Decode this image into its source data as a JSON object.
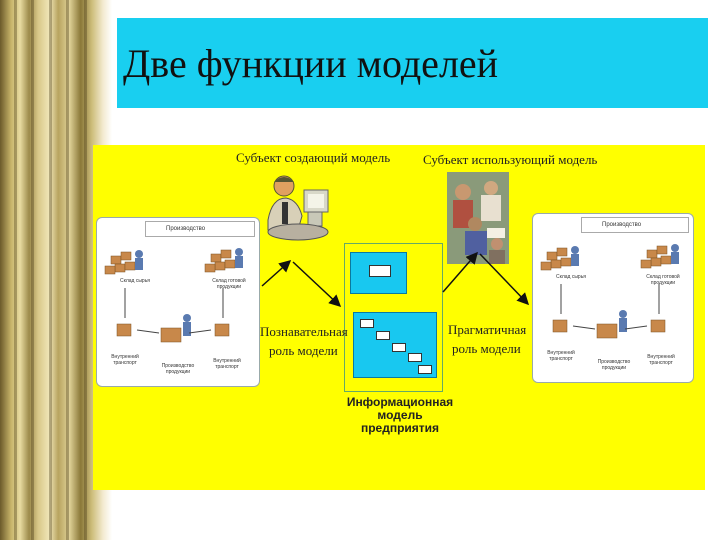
{
  "slide": {
    "title": "Две функции моделей"
  },
  "diagram": {
    "creator_label": "Субъект создающий модель",
    "user_label": "Субъект  использующий модель",
    "cognitive_role": "Познавательная\nроль модели",
    "cognitive_role_line1": "Познавательная",
    "cognitive_role_line2": "роль модели",
    "pragmatic_role_line1": "Прагматичная",
    "pragmatic_role_line2": "роль модели",
    "info_model_line1": "Информационная",
    "info_model_line2": "модель",
    "info_model_line3": "предприятия",
    "left_panel": {
      "header": "Производство",
      "warehouse_raw": "Склад сырья",
      "warehouse_products": "Склад готовой продукции",
      "internal_transport_left": "Внутренний транспорт",
      "production": "Производство продукции",
      "internal_transport_right": "Внутренний транспорт"
    },
    "right_panel": {
      "header": "Производство",
      "warehouse_raw": "Склад сырья",
      "warehouse_products": "Склад готовой продукции",
      "internal_transport_left": "Внутренний транспорт",
      "production": "Производство продукции",
      "internal_transport_right": "Внутренний транспорт"
    }
  },
  "colors": {
    "title_bar": "#19cff0",
    "diagram_background": "#ffff00",
    "screen": "#18c8f0"
  }
}
